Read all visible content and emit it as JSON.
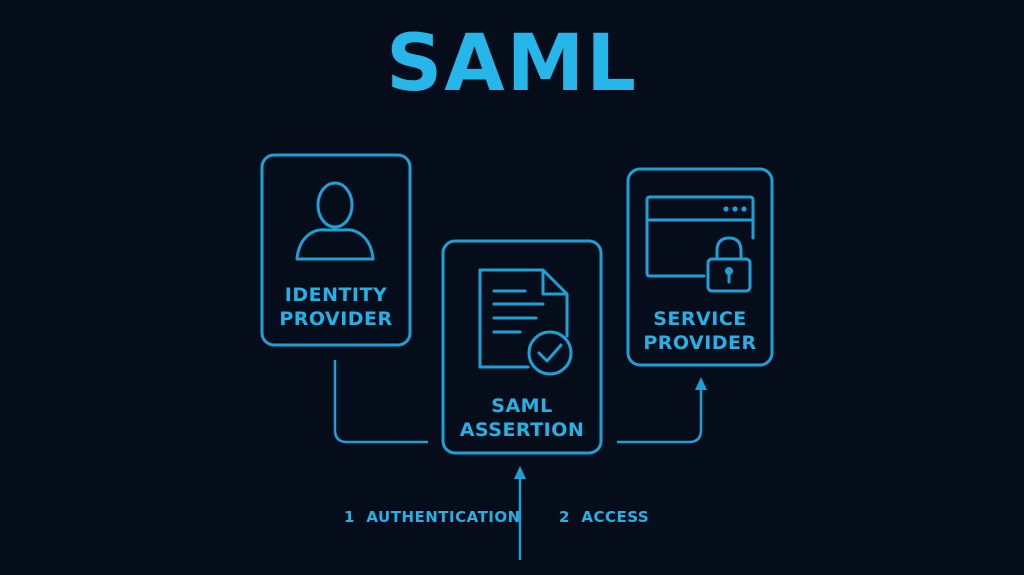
{
  "title": "SAML",
  "colors": {
    "background": "#060d1a",
    "accent": "#1e9fd6",
    "text": "#26b6ea"
  },
  "boxes": {
    "identity_provider": {
      "icon": "user-icon",
      "line1": "IDENTITY",
      "line2": "PROVIDER"
    },
    "saml_assertion": {
      "icon": "document-check-icon",
      "line1": "SAML",
      "line2": "ASSERTION"
    },
    "service_provider": {
      "icon": "browser-lock-icon",
      "line1": "SERVICE",
      "line2": "PROVIDER"
    }
  },
  "steps": [
    {
      "number": "1",
      "label": "AUTHENTICATION"
    },
    {
      "number": "2",
      "label": "ACCESS"
    }
  ]
}
